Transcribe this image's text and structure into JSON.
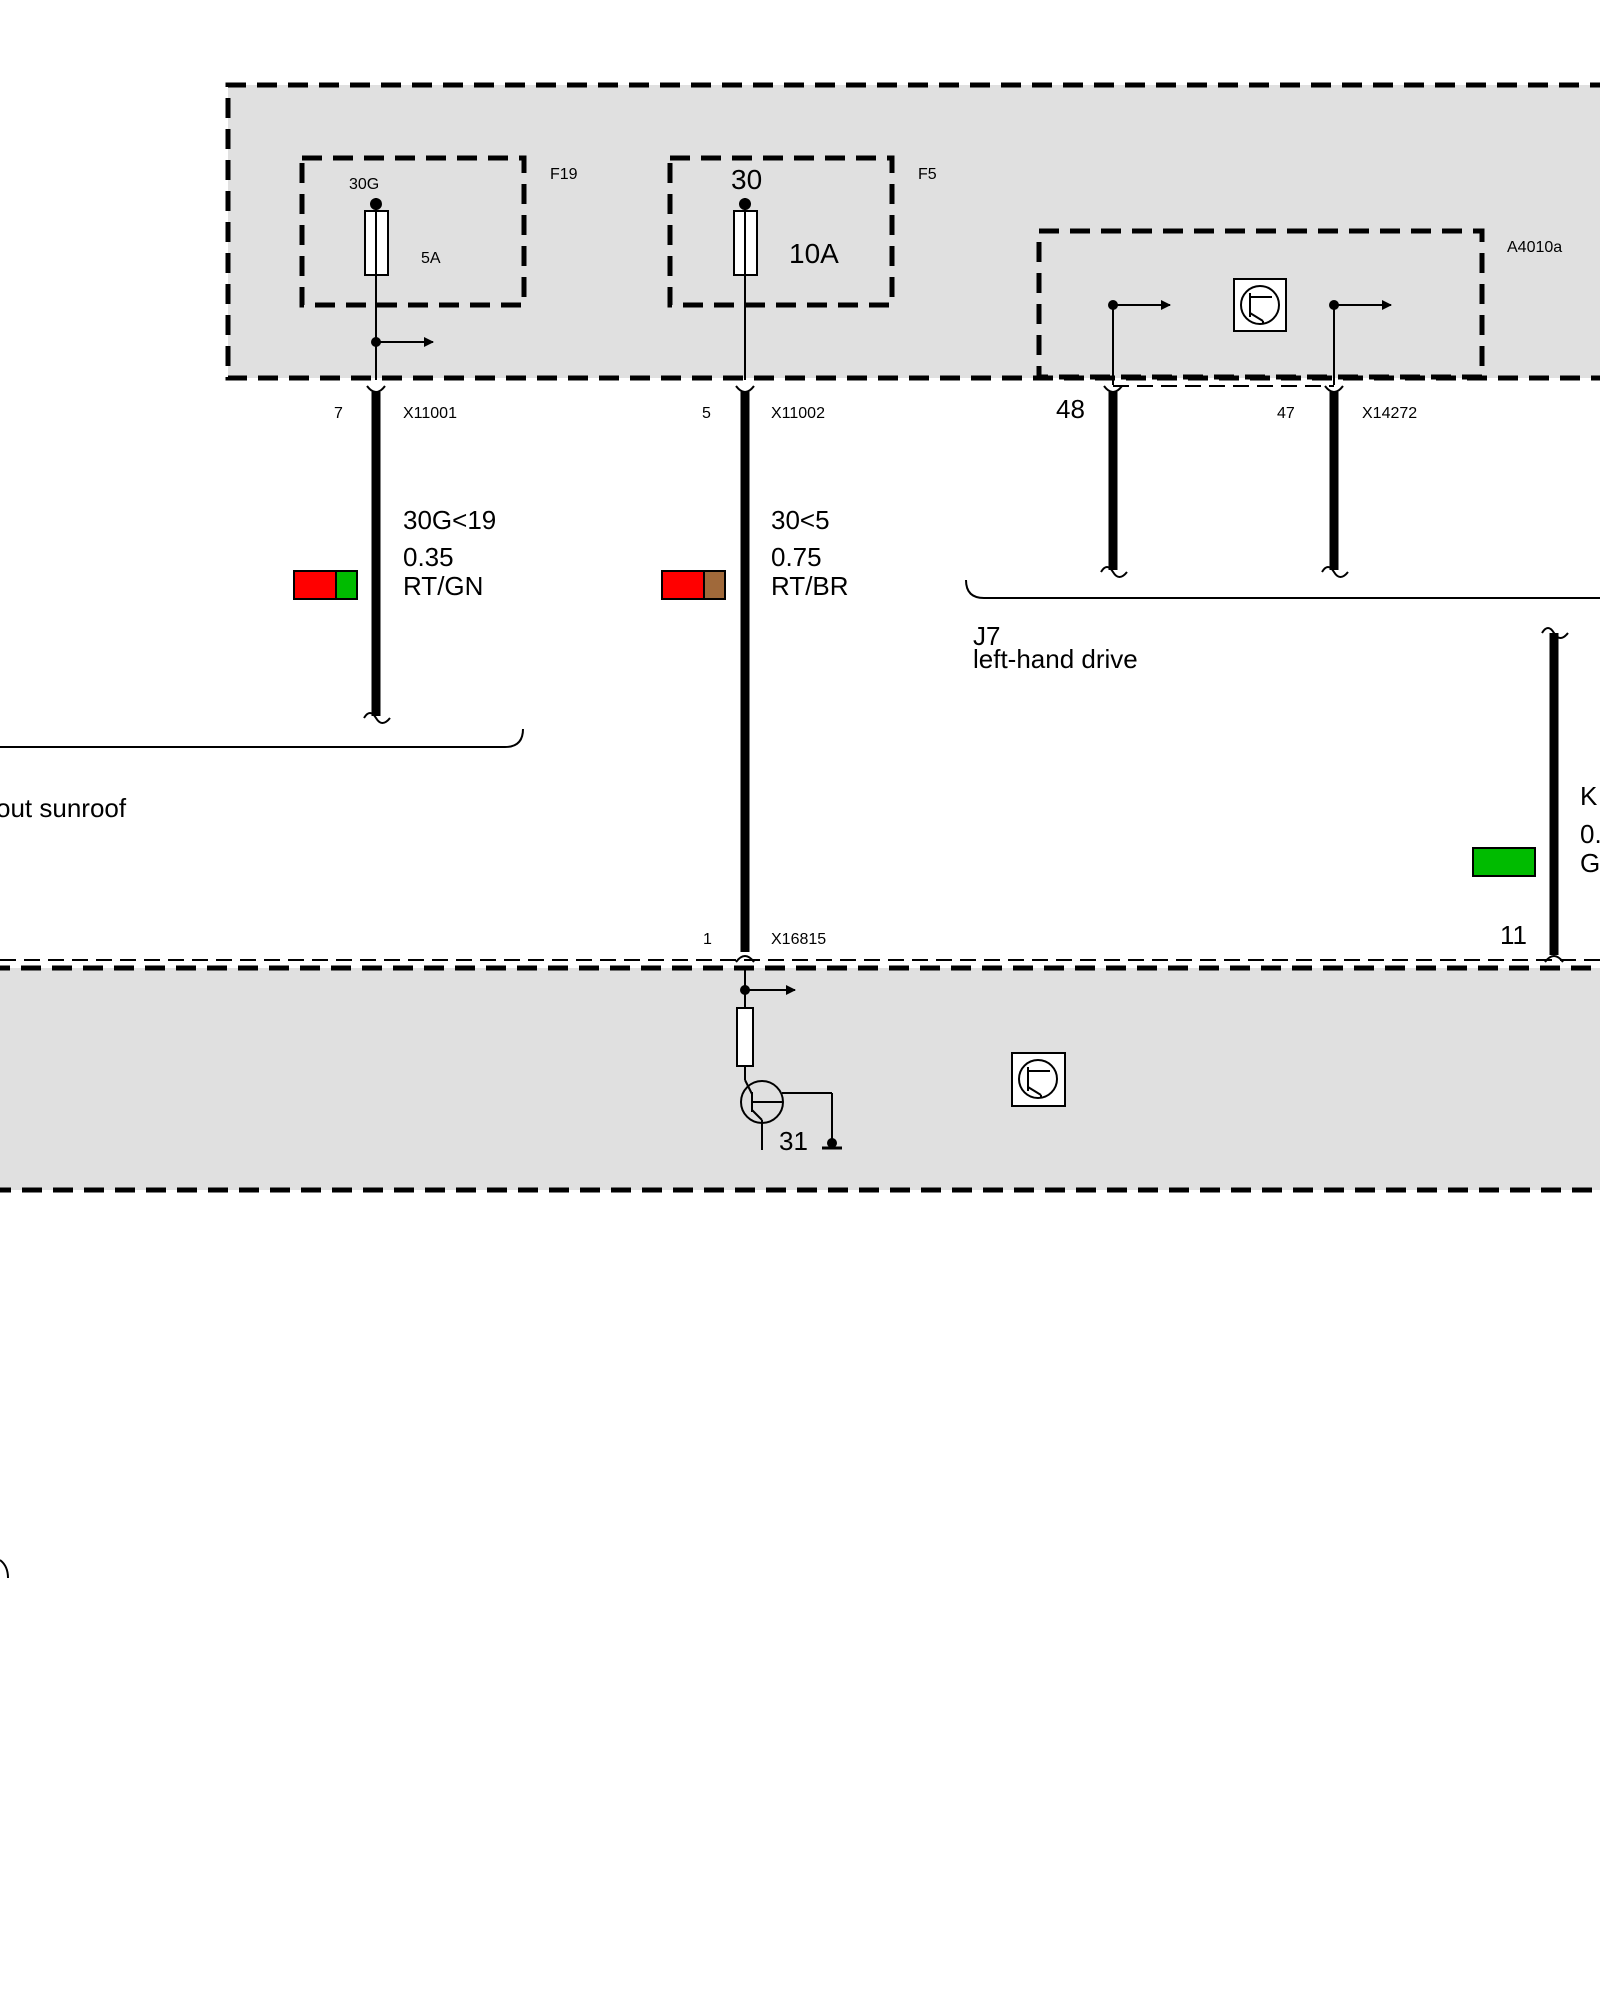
{
  "components": {
    "fuse_f19": {
      "id": "F19",
      "terminal": "30G",
      "rating": "5A"
    },
    "fuse_f5": {
      "id": "F5",
      "terminal": "30",
      "rating": "10A"
    },
    "module": {
      "id": "A4010a"
    },
    "ground": {
      "terminal": "31"
    }
  },
  "connectors": {
    "x11001": {
      "name": "X11001",
      "pin": "7"
    },
    "x11002": {
      "name": "X11002",
      "pin": "5"
    },
    "x14272": {
      "name": "X14272",
      "pin_a": "48",
      "pin_b": "47"
    },
    "x16815": {
      "name": "X16815",
      "pin": "1"
    },
    "right_pin": "11"
  },
  "wires": {
    "wire_a": {
      "signal": "30G<19",
      "size": "0.35",
      "color_code": "RT/GN",
      "colors": [
        "#ff0000",
        "#00bb00"
      ]
    },
    "wire_b": {
      "signal": "30<5",
      "size": "0.75",
      "color_code": "RT/BR",
      "colors": [
        "#ff0000",
        "#a0693a"
      ]
    },
    "wire_c": {
      "signal": "K",
      "size": "0.",
      "color_code": "G",
      "colors": [
        "#00bb00"
      ]
    }
  },
  "variants": {
    "sunroof_note": "out sunroof",
    "j7_code": "J7",
    "j7_note": "left-hand drive"
  }
}
